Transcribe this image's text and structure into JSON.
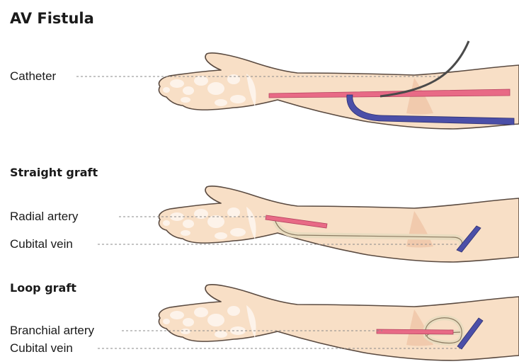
{
  "title": "AV Fistula",
  "panels": [
    {
      "heading": "",
      "labels": [
        "Catheter"
      ]
    },
    {
      "heading": "Straight graft",
      "labels": [
        "Radial artery",
        "Cubital vein"
      ]
    },
    {
      "heading": "Loop graft",
      "labels": [
        "Branchial artery",
        "Cubital vein"
      ]
    }
  ],
  "colors": {
    "skin": "#f8dfc6",
    "skin_outline": "#5a4a40",
    "skin_highlight": "#fdf3ea",
    "skin_shadow": "#efc4a6",
    "artery": "#e86a86",
    "vein": "#4b4fa8",
    "graft": "#e9dcc0",
    "catheter": "#4a4a4a",
    "leader": "#8a8a8a"
  }
}
